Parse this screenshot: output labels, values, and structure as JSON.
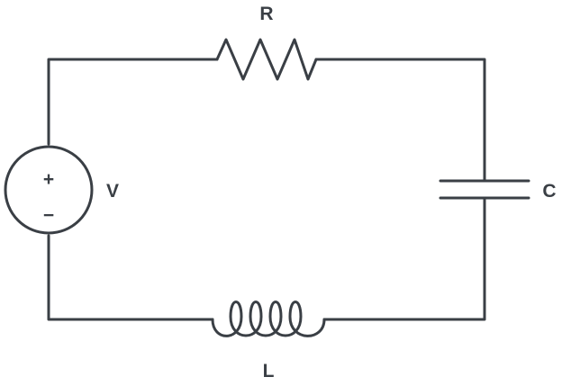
{
  "diagram": {
    "labels": {
      "resistor": "R",
      "capacitor": "C",
      "inductor": "L",
      "voltage_source": "V"
    },
    "voltage_source_symbols": {
      "positive": "+",
      "negative": "−"
    }
  },
  "colors": {
    "stroke": "#3a3f45",
    "text": "#3a3f45",
    "background": "#ffffff"
  }
}
